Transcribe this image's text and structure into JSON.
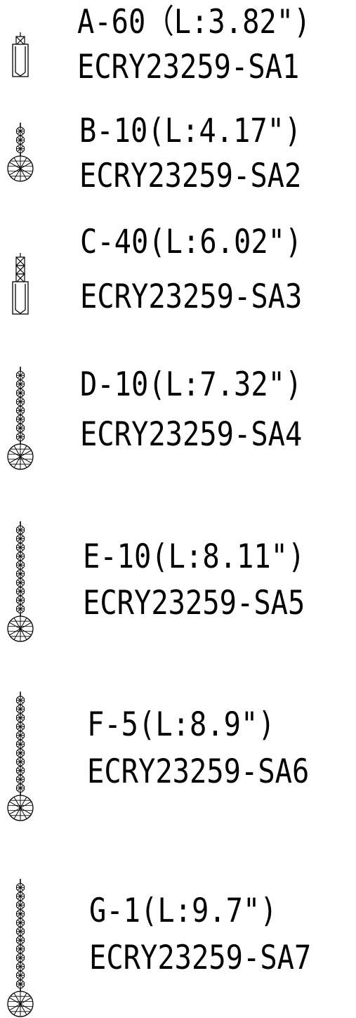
{
  "items": [
    {
      "id": "a",
      "title": "A-60（L:3.82\")",
      "code": "ECRY23259-SA1",
      "beads": 1,
      "ends_in": "prism"
    },
    {
      "id": "b",
      "title": "B-10(L:4.17\")",
      "code": "ECRY23259-SA2",
      "beads": 3,
      "ends_in": "ball"
    },
    {
      "id": "c",
      "title": "C-40(L:6.02\")",
      "code": "ECRY23259-SA3",
      "beads": 3,
      "ends_in": "prism"
    },
    {
      "id": "d",
      "title": "D-10(L:7.32\")",
      "code": "ECRY23259-SA4",
      "beads": 8,
      "ends_in": "ball"
    },
    {
      "id": "e",
      "title": "E-10(L:8.11\")",
      "code": "ECRY23259-SA5",
      "beads": 10,
      "ends_in": "ball"
    },
    {
      "id": "f",
      "title": "F-5(L:8.9\")",
      "code": "ECRY23259-SA6",
      "beads": 11,
      "ends_in": "ball"
    },
    {
      "id": "g",
      "title": "G-1(L:9.7\")",
      "code": "ECRY23259-SA7",
      "beads": 12,
      "ends_in": "ball"
    }
  ]
}
